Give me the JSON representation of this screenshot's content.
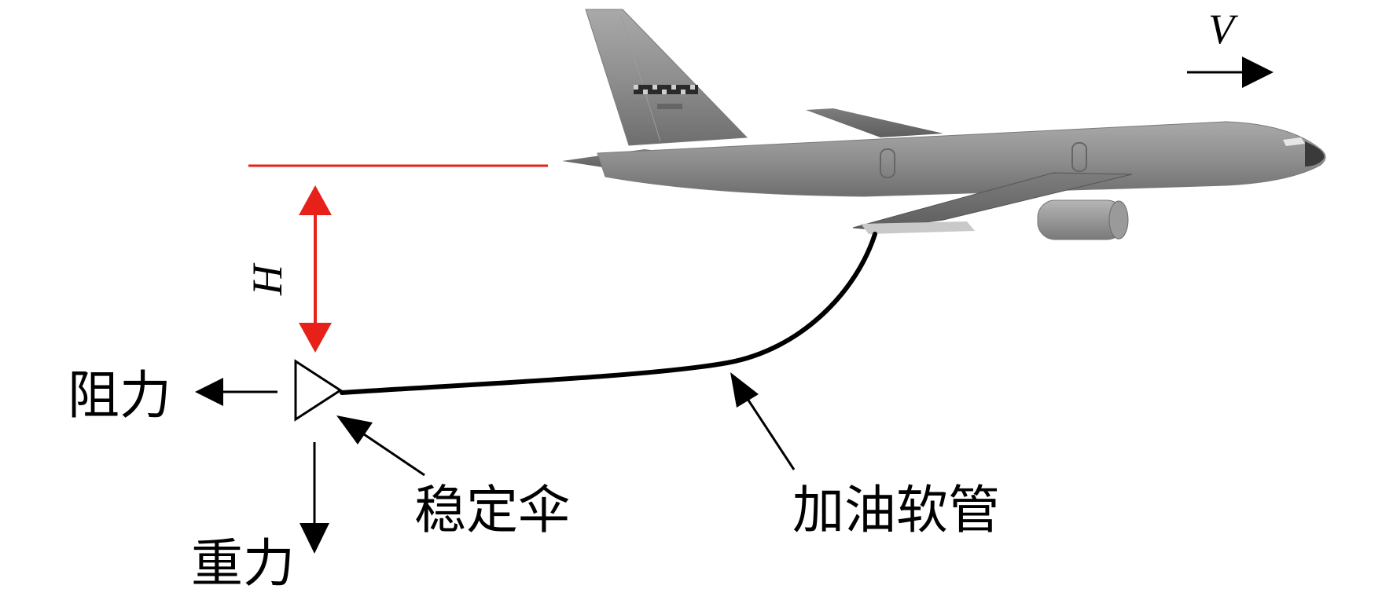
{
  "labels": {
    "velocity": "V",
    "height": "H",
    "drag": "阻力",
    "gravity": "重力",
    "drogue": "稳定伞",
    "hose": "加油软管"
  },
  "colors": {
    "reference": "#e8201a",
    "ink": "#000000",
    "aircraft_body": "#8e8e8e",
    "aircraft_dark": "#6a6a6a",
    "aircraft_light": "#b8b8b8"
  },
  "icons": {
    "aircraft": "tanker-aircraft-icon",
    "drogue": "drogue-triangle-icon"
  }
}
